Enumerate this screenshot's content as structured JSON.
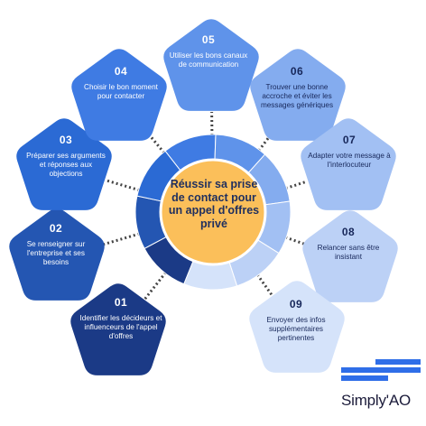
{
  "center": {
    "title": "Réussir sa prise de contact pour un appel d'offres privé"
  },
  "steps": [
    {
      "num": "01",
      "label": "Identifier les décideurs et influenceurs de l'appel d'offres",
      "color": "#1b3a86",
      "text_color": "#ffffff"
    },
    {
      "num": "02",
      "label": "Se renseigner sur l'entreprise et ses besoins",
      "color": "#2456b2",
      "text_color": "#ffffff"
    },
    {
      "num": "03",
      "label": "Préparer ses arguments et réponses aux objections",
      "color": "#2b6ad4",
      "text_color": "#ffffff"
    },
    {
      "num": "04",
      "label": "Choisir le bon moment pour contacter",
      "color": "#3f7be3",
      "text_color": "#ffffff"
    },
    {
      "num": "05",
      "label": "Utiliser les bons canaux de communication",
      "color": "#5f93ea",
      "text_color": "#ffffff"
    },
    {
      "num": "06",
      "label": "Trouver une bonne accroche et éviter les messages génériques",
      "color": "#84acef",
      "text_color": "#17275a"
    },
    {
      "num": "07",
      "label": "Adapter votre message à l'interlocuteur",
      "color": "#a2c0f3",
      "text_color": "#17275a"
    },
    {
      "num": "08",
      "label": "Relancer sans être insistant",
      "color": "#bcd1f6",
      "text_color": "#17275a"
    },
    {
      "num": "09",
      "label": "Envoyer des infos supplémentaires pertinentes",
      "color": "#d5e3fa",
      "text_color": "#17275a"
    }
  ],
  "logo": {
    "text": "Simply'AO"
  },
  "colors": {
    "center_fill": "#fbbf5a",
    "center_text": "#1f2f5e",
    "connector": "#444444",
    "logo": "#2f6ee8"
  }
}
